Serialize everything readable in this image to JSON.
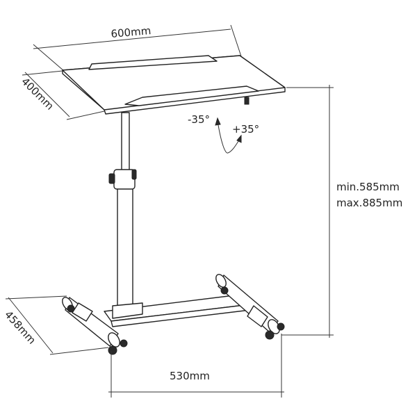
{
  "diagram": {
    "title": "Mobile laptop table dimensions",
    "dimensions": {
      "top_width": "600mm",
      "top_depth": "400mm",
      "tilt_minus": "-35°",
      "tilt_plus": "+35°",
      "height_min": "min.585mm",
      "height_max": "max.885mm",
      "base_depth": "458mm",
      "base_width": "530mm"
    }
  }
}
